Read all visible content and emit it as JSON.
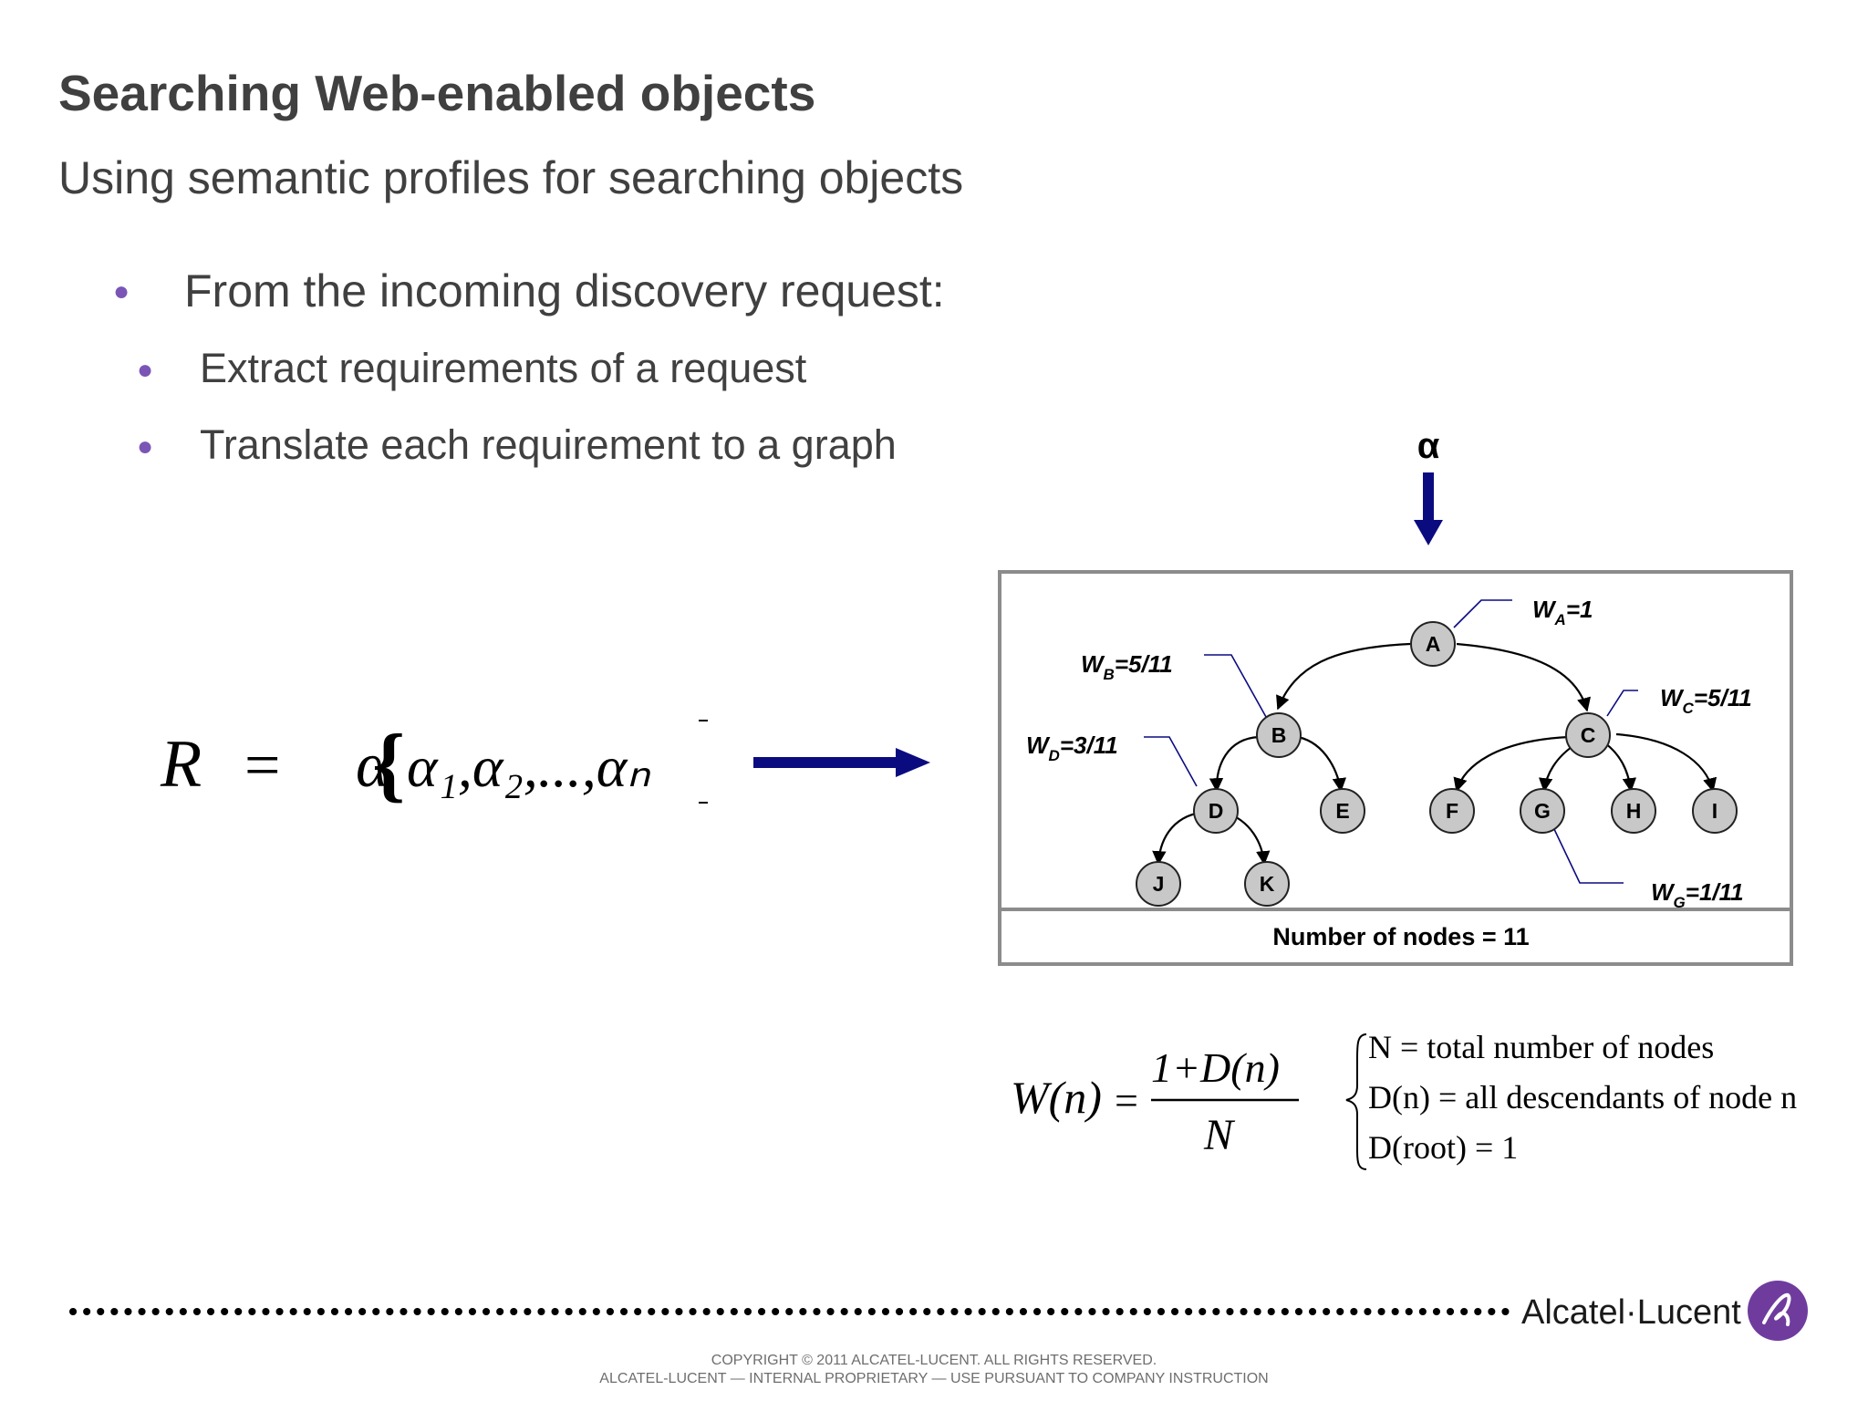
{
  "slide": {
    "title": "Searching Web-enabled objects",
    "subtitle": "Using semantic profiles for searching objects",
    "bullets": [
      "From the incoming discovery request:",
      "Extract requirements of a request",
      "Translate each requirement to a graph"
    ]
  },
  "diagram": {
    "input_symbol": "α",
    "request_formula": {
      "lhs": "R",
      "eq": "=",
      "rhs_open": "{",
      "rhs_items": "α",
      "rhs_text": "α₁,α₂,...,αₙ"
    },
    "nodes": [
      "A",
      "B",
      "C",
      "D",
      "E",
      "F",
      "G",
      "H",
      "I",
      "J",
      "K"
    ],
    "weights": {
      "A": {
        "w": "W",
        "sub": "A",
        "val": "=1"
      },
      "B": {
        "w": "W",
        "sub": "B",
        "val": "=5/11"
      },
      "C": {
        "w": "W",
        "sub": "C",
        "val": "=5/11"
      },
      "D": {
        "w": "W",
        "sub": "D",
        "val": "=3/11"
      },
      "G": {
        "w": "W",
        "sub": "G",
        "val": "=1/11"
      }
    },
    "node_count_label": "Number of nodes = 11",
    "weight_formula": {
      "lhs": "W(n)",
      "eq": "=",
      "numerator": "1+D(n)",
      "denominator": "N"
    },
    "definitions": [
      "N = total number of nodes",
      "D(n) = all descendants of node n",
      "D(root) = 1"
    ]
  },
  "footer": {
    "copyright_line1": "COPYRIGHT © 2011 ALCATEL-LUCENT.  ALL RIGHTS RESERVED.",
    "copyright_line2": "ALCATEL-LUCENT — INTERNAL PROPRIETARY —  USE PURSUANT TO COMPANY INSTRUCTION",
    "brand": "Alcatel·Lucent"
  },
  "colors": {
    "accent_purple": "#7b55b6",
    "arrow_navy": "#0b0b80",
    "node_fill": "#c8c8c8"
  }
}
